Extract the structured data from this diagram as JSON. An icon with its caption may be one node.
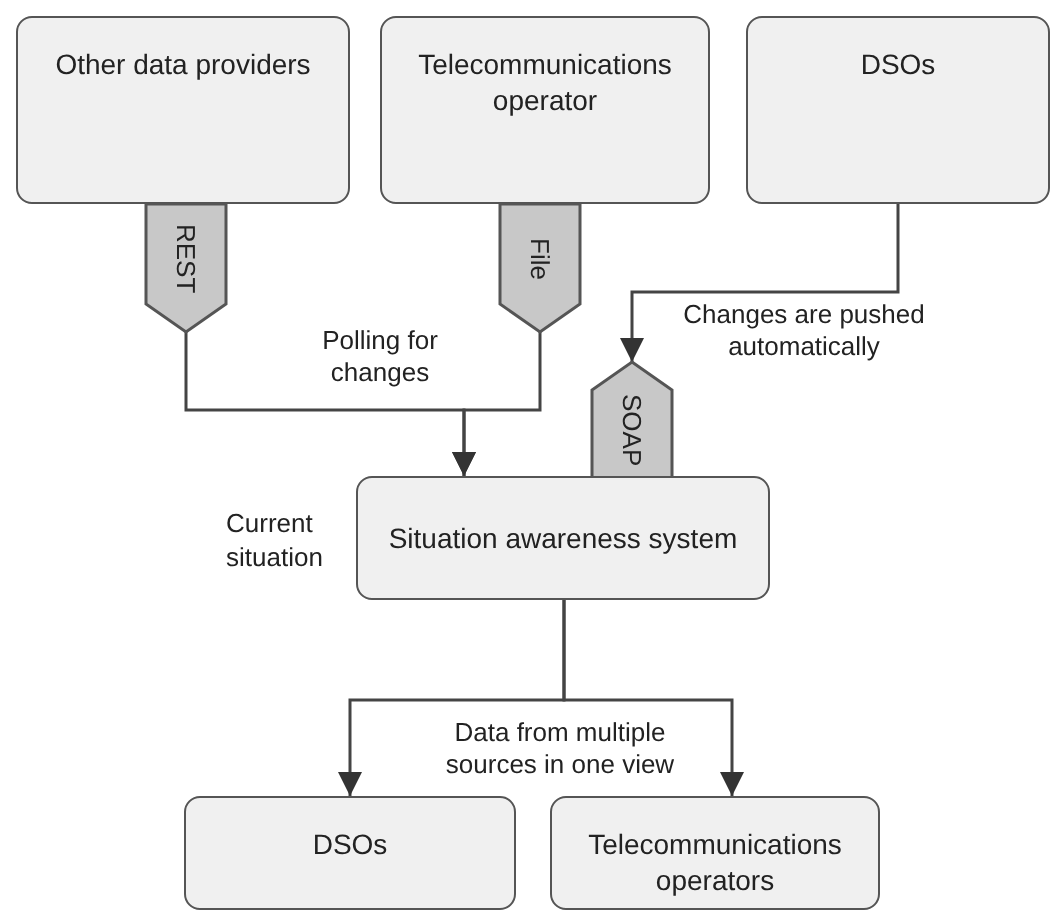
{
  "diagram": {
    "nodes": [
      {
        "text": [
          "Other data providers"
        ]
      },
      {
        "text": [
          "Telecommunications operator"
        ]
      },
      {
        "text": [
          "DSOs"
        ]
      },
      {
        "text": [
          "REST"
        ]
      },
      {
        "text": [
          "File"
        ]
      },
      {
        "text": [
          "SOAP"
        ]
      },
      {
        "text": [
          "Situation awareness system"
        ],
        "beside": [
          "Current situation"
        ]
      },
      {
        "text": [
          "DSOs"
        ]
      },
      {
        "text": [
          "Telecommunications operators"
        ]
      }
    ],
    "edges": [
      {
        "from": 3,
        "to": 6,
        "arrow": "to",
        "label": "Polling for changes"
      },
      {
        "from": 4,
        "to": 6,
        "arrow": "to"
      },
      {
        "from": 2,
        "to": 5,
        "arrow": "to",
        "label": "Changes are pushed automatically"
      },
      {
        "from": 6,
        "to": 7,
        "arrow": "to",
        "label": "Data from multiple sources in one view"
      },
      {
        "from": 6,
        "to": 8,
        "arrow": "to"
      }
    ]
  }
}
